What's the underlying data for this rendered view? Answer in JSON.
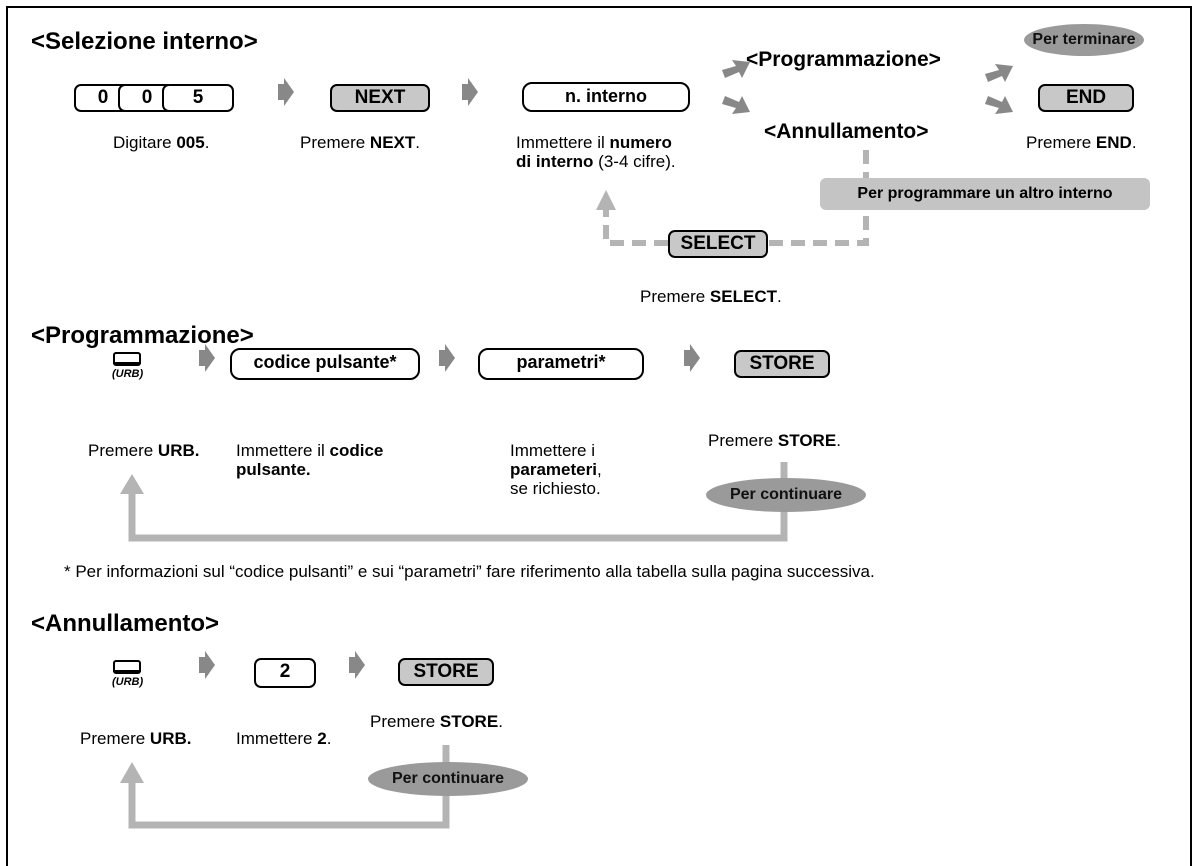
{
  "selezione": {
    "title": "<Selezione interno>",
    "keys": [
      "0",
      "0",
      "5"
    ],
    "next_key": "NEXT",
    "interno_key": "n. interno",
    "end_key": "END",
    "select_key": "SELECT",
    "prog_label": "<Programmazione>",
    "annul_label": "<Annullamento>",
    "per_terminare": "Per terminare",
    "per_programmare": "Per programmare un altro interno",
    "cap_digit_a": "Digitare ",
    "cap_digit_b": "005",
    "cap_next_a": "Premere ",
    "cap_next_b": "NEXT",
    "cap_num_a": "Immettere il ",
    "cap_num_b": "numero",
    "cap_num_c": "di interno",
    "cap_num_d": " (3-4 cifre).",
    "cap_end_a": "Premere ",
    "cap_end_b": "END",
    "cap_select_a": "Premere ",
    "cap_select_b": "SELECT"
  },
  "programmazione": {
    "title": "<Programmazione>",
    "urb_label": "(URB)",
    "codice_key": "codice pulsante*",
    "parametri_key": "parametri*",
    "store_key": "STORE",
    "cap_urb_a": "Premere ",
    "cap_urb_b": "URB.",
    "cap_cod_a": "Immettere il ",
    "cap_cod_b": "codice",
    "cap_cod_c": "pulsante.",
    "cap_par_a": "Immettere i",
    "cap_par_b": "parameteri",
    "cap_par_c": ",",
    "cap_par_d": "se richiesto.",
    "cap_store_a": "Premere ",
    "cap_store_b": "STORE",
    "per_continuare": "Per continuare"
  },
  "footnote": "* Per informazioni sul “codice pulsanti” e sui “parametri” fare riferimento alla tabella sulla pagina successiva.",
  "annullamento": {
    "title": "<Annullamento>",
    "urb_label": "(URB)",
    "two_key": "2",
    "store_key": "STORE",
    "cap_urb_a": "Premere ",
    "cap_urb_b": "URB.",
    "cap_two_a": "Immettere ",
    "cap_two_b": "2",
    "cap_store_a": "Premere ",
    "cap_store_b": "STORE",
    "per_continuare": "Per continuare"
  }
}
